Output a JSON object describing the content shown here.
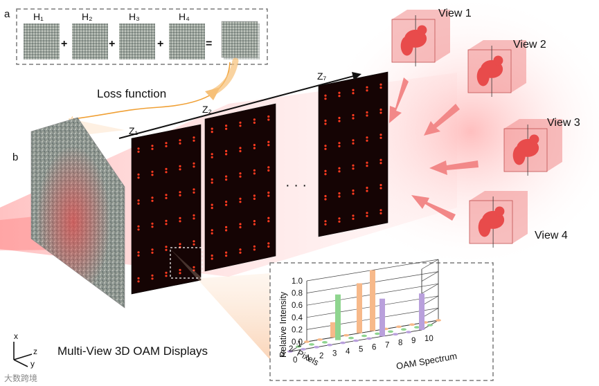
{
  "panel_a": {
    "label": "a",
    "holograms": [
      "H₁",
      "H₂",
      "H₃",
      "H₄"
    ],
    "operators": [
      "+",
      "+",
      "+",
      "="
    ]
  },
  "loss_label": "Loss function",
  "panel_b": {
    "label": "b"
  },
  "planes": {
    "labels": [
      "Z₁",
      "Z₂",
      "Z₇"
    ],
    "ellipsis": "· · ·"
  },
  "views": [
    "View 1",
    "View 2",
    "View 3",
    "View 4"
  ],
  "title": "Multi-View 3D OAM Displays",
  "axes_icon": {
    "x": "x",
    "y": "y",
    "z": "z"
  },
  "watermark": "大数跨境",
  "colors": {
    "beam": "#ff9a9a",
    "plane": "#150404",
    "spot": "#ff3b20",
    "cube": "#f08a8a",
    "object": "#e84b4b"
  },
  "chart_data": {
    "type": "bar",
    "subtype": "3d-bar",
    "ylabel": "Relative Intensity",
    "xlabel": "OAM Spectrum",
    "depth_label": "Pixels",
    "ytick_labels": [
      "0.0",
      "0.2",
      "0.4",
      "0.6",
      "0.8",
      "1.0"
    ],
    "xtick_labels": [
      "0",
      "1",
      "2",
      "3",
      "4",
      "5",
      "6",
      "7",
      "8",
      "9",
      "10"
    ],
    "depth_tick_labels": [
      "1",
      "2",
      "3"
    ],
    "ylim": [
      0,
      1.0
    ],
    "series": [
      {
        "pixel": 1,
        "color": "#f7b98a",
        "values": [
          0,
          0,
          0.25,
          0,
          0.82,
          1.0,
          0,
          0,
          0,
          0,
          0
        ]
      },
      {
        "pixel": 2,
        "color": "#8fd58f",
        "values": [
          0,
          0,
          0,
          0.75,
          0,
          0,
          0,
          0,
          0,
          0,
          0
        ]
      },
      {
        "pixel": 3,
        "color": "#b9a0dc",
        "values": [
          0,
          0,
          0,
          0,
          0,
          0,
          0,
          0.62,
          0,
          0,
          0.6
        ]
      }
    ]
  }
}
